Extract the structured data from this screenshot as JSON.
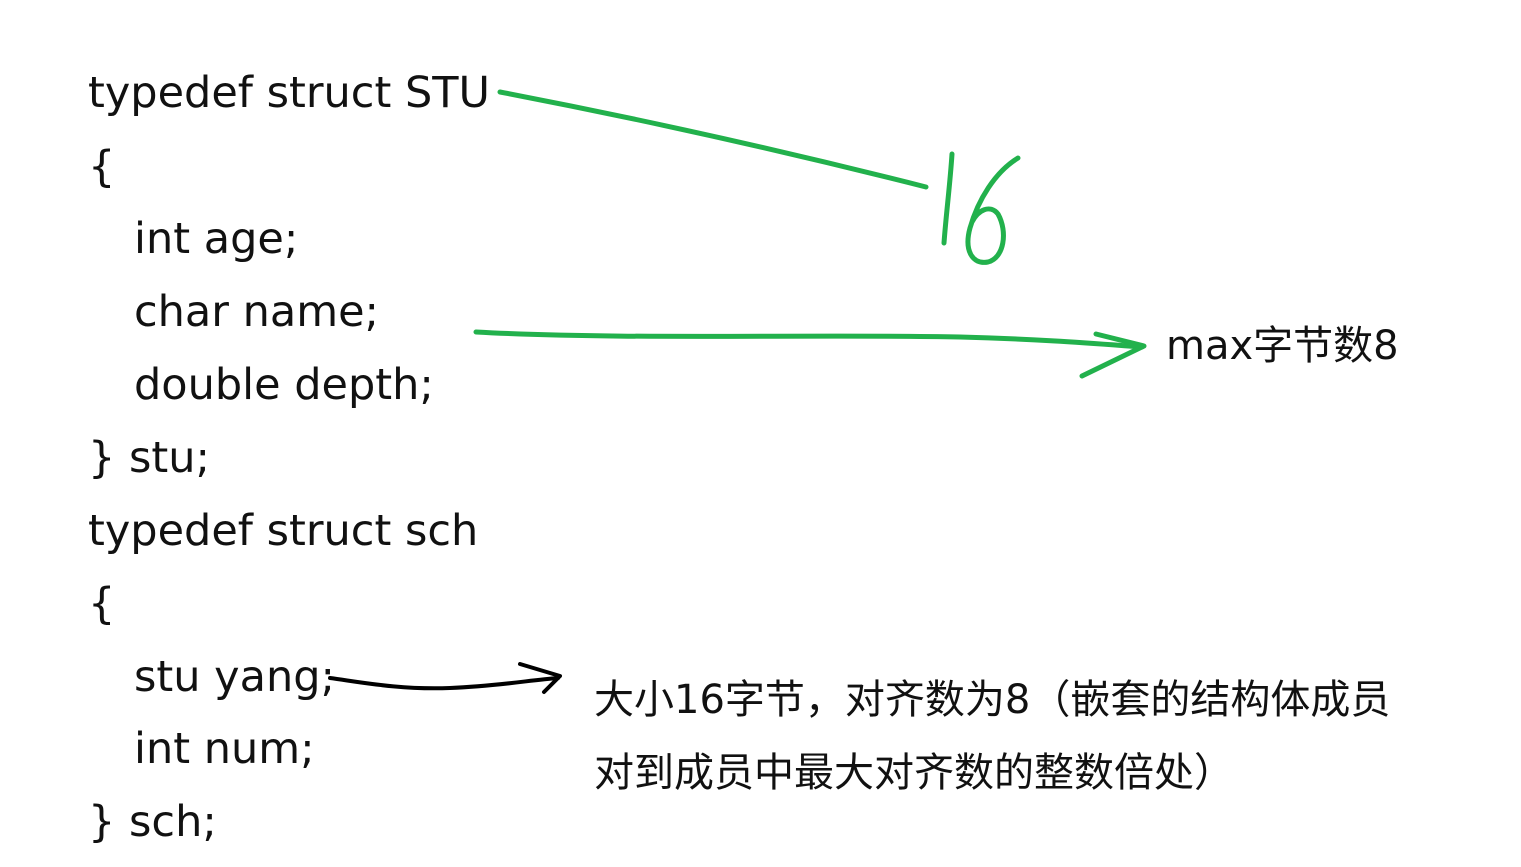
{
  "code": {
    "lines": [
      "typedef struct STU",
      "{",
      "int age;",
      "char name;",
      "double depth;",
      "} stu;",
      "typedef struct sch",
      "{",
      "stu yang;",
      "int num;",
      "} sch;"
    ]
  },
  "annotations": {
    "handwritten_size": "16",
    "max_bytes_note": "max字节数8",
    "nested_note_line1": "大小16字节，对齐数为8（嵌套的结构体成员",
    "nested_note_line2": "对到成员中最大对齐数的整数倍处）"
  },
  "colors": {
    "text": "#111111",
    "ink_green": "#22b14c",
    "ink_black": "#000000",
    "background": "#ffffff"
  }
}
